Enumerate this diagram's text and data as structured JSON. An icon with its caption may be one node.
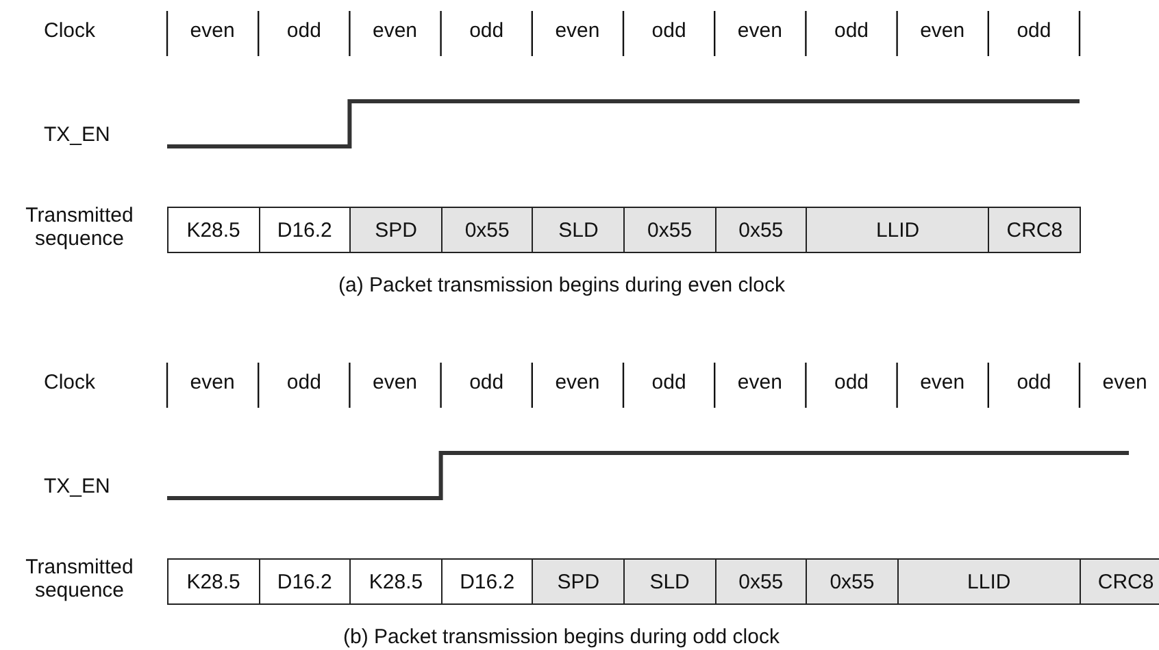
{
  "diagram": {
    "nodes": [
      {
        "text": [
          "K28.5"
        ]
      },
      {
        "text": [
          "D16.2"
        ]
      },
      {
        "text": [
          "SPD"
        ]
      },
      {
        "text": [
          "0x55"
        ]
      },
      {
        "text": [
          "SLD"
        ]
      },
      {
        "text": [
          "0x55"
        ]
      },
      {
        "text": [
          "0x55"
        ]
      },
      {
        "text": [
          "LLID"
        ]
      },
      {
        "text": [
          "CRC8"
        ]
      },
      {
        "text": [
          "K28.5"
        ]
      },
      {
        "text": [
          "D16.2"
        ]
      },
      {
        "text": [
          "K28.5"
        ]
      },
      {
        "text": [
          "D16.2"
        ]
      },
      {
        "text": [
          "SPD"
        ]
      },
      {
        "text": [
          "SLD"
        ]
      },
      {
        "text": [
          "0x55"
        ]
      },
      {
        "text": [
          "0x55"
        ]
      },
      {
        "text": [
          "LLID"
        ]
      },
      {
        "text": [
          "CRC8"
        ]
      }
    ],
    "labels": [
      "Clock",
      "even",
      "odd",
      "even",
      "odd",
      "even",
      "odd",
      "even",
      "odd",
      "even",
      "odd",
      "TX_EN",
      "Transmitted sequence",
      "(a) Packet transmission begins during even clock",
      "Clock",
      "even",
      "odd",
      "even",
      "odd",
      "even",
      "odd",
      "even",
      "odd",
      "even",
      "odd",
      "even",
      "TX_EN",
      "Transmitted sequence",
      "(b) Packet transmission begins during odd clock"
    ]
  }
}
